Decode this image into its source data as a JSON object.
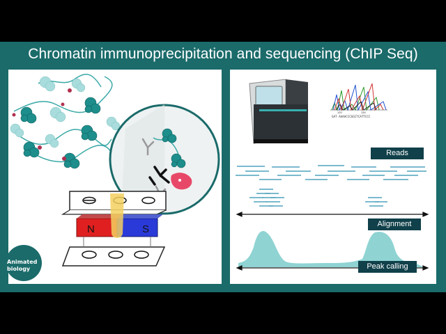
{
  "title": "Chromatin immunoprecipitation and sequencing (ChIP Seq)",
  "labels": {
    "reads": "Reads",
    "alignment": "Alignment",
    "peak_calling": "Peak calling"
  },
  "magnet": {
    "north": "N",
    "south": "S"
  },
  "chromatogram": {
    "position_1": "120",
    "position_2": "130",
    "sequence": "GAT AAAACCCGGCTCATTCCC"
  },
  "logo": {
    "line1": "Animated",
    "line2": "biology"
  },
  "colors": {
    "background": "#1a6b6a",
    "label_box": "#10404a",
    "nucleosome": "#1d8e8c",
    "nucleosome_faded": "#a9dcdc",
    "magnet_north": "#e02020",
    "magnet_south": "#2a3ad8",
    "peak_fill": "#8fd3d3",
    "reads": "#2a8fb0"
  },
  "icons": [
    "nucleosome-icon",
    "antibody-icon",
    "protein-icon",
    "magnet-icon",
    "sequencer-icon",
    "chromatogram-icon",
    "double-arrow-icon"
  ]
}
